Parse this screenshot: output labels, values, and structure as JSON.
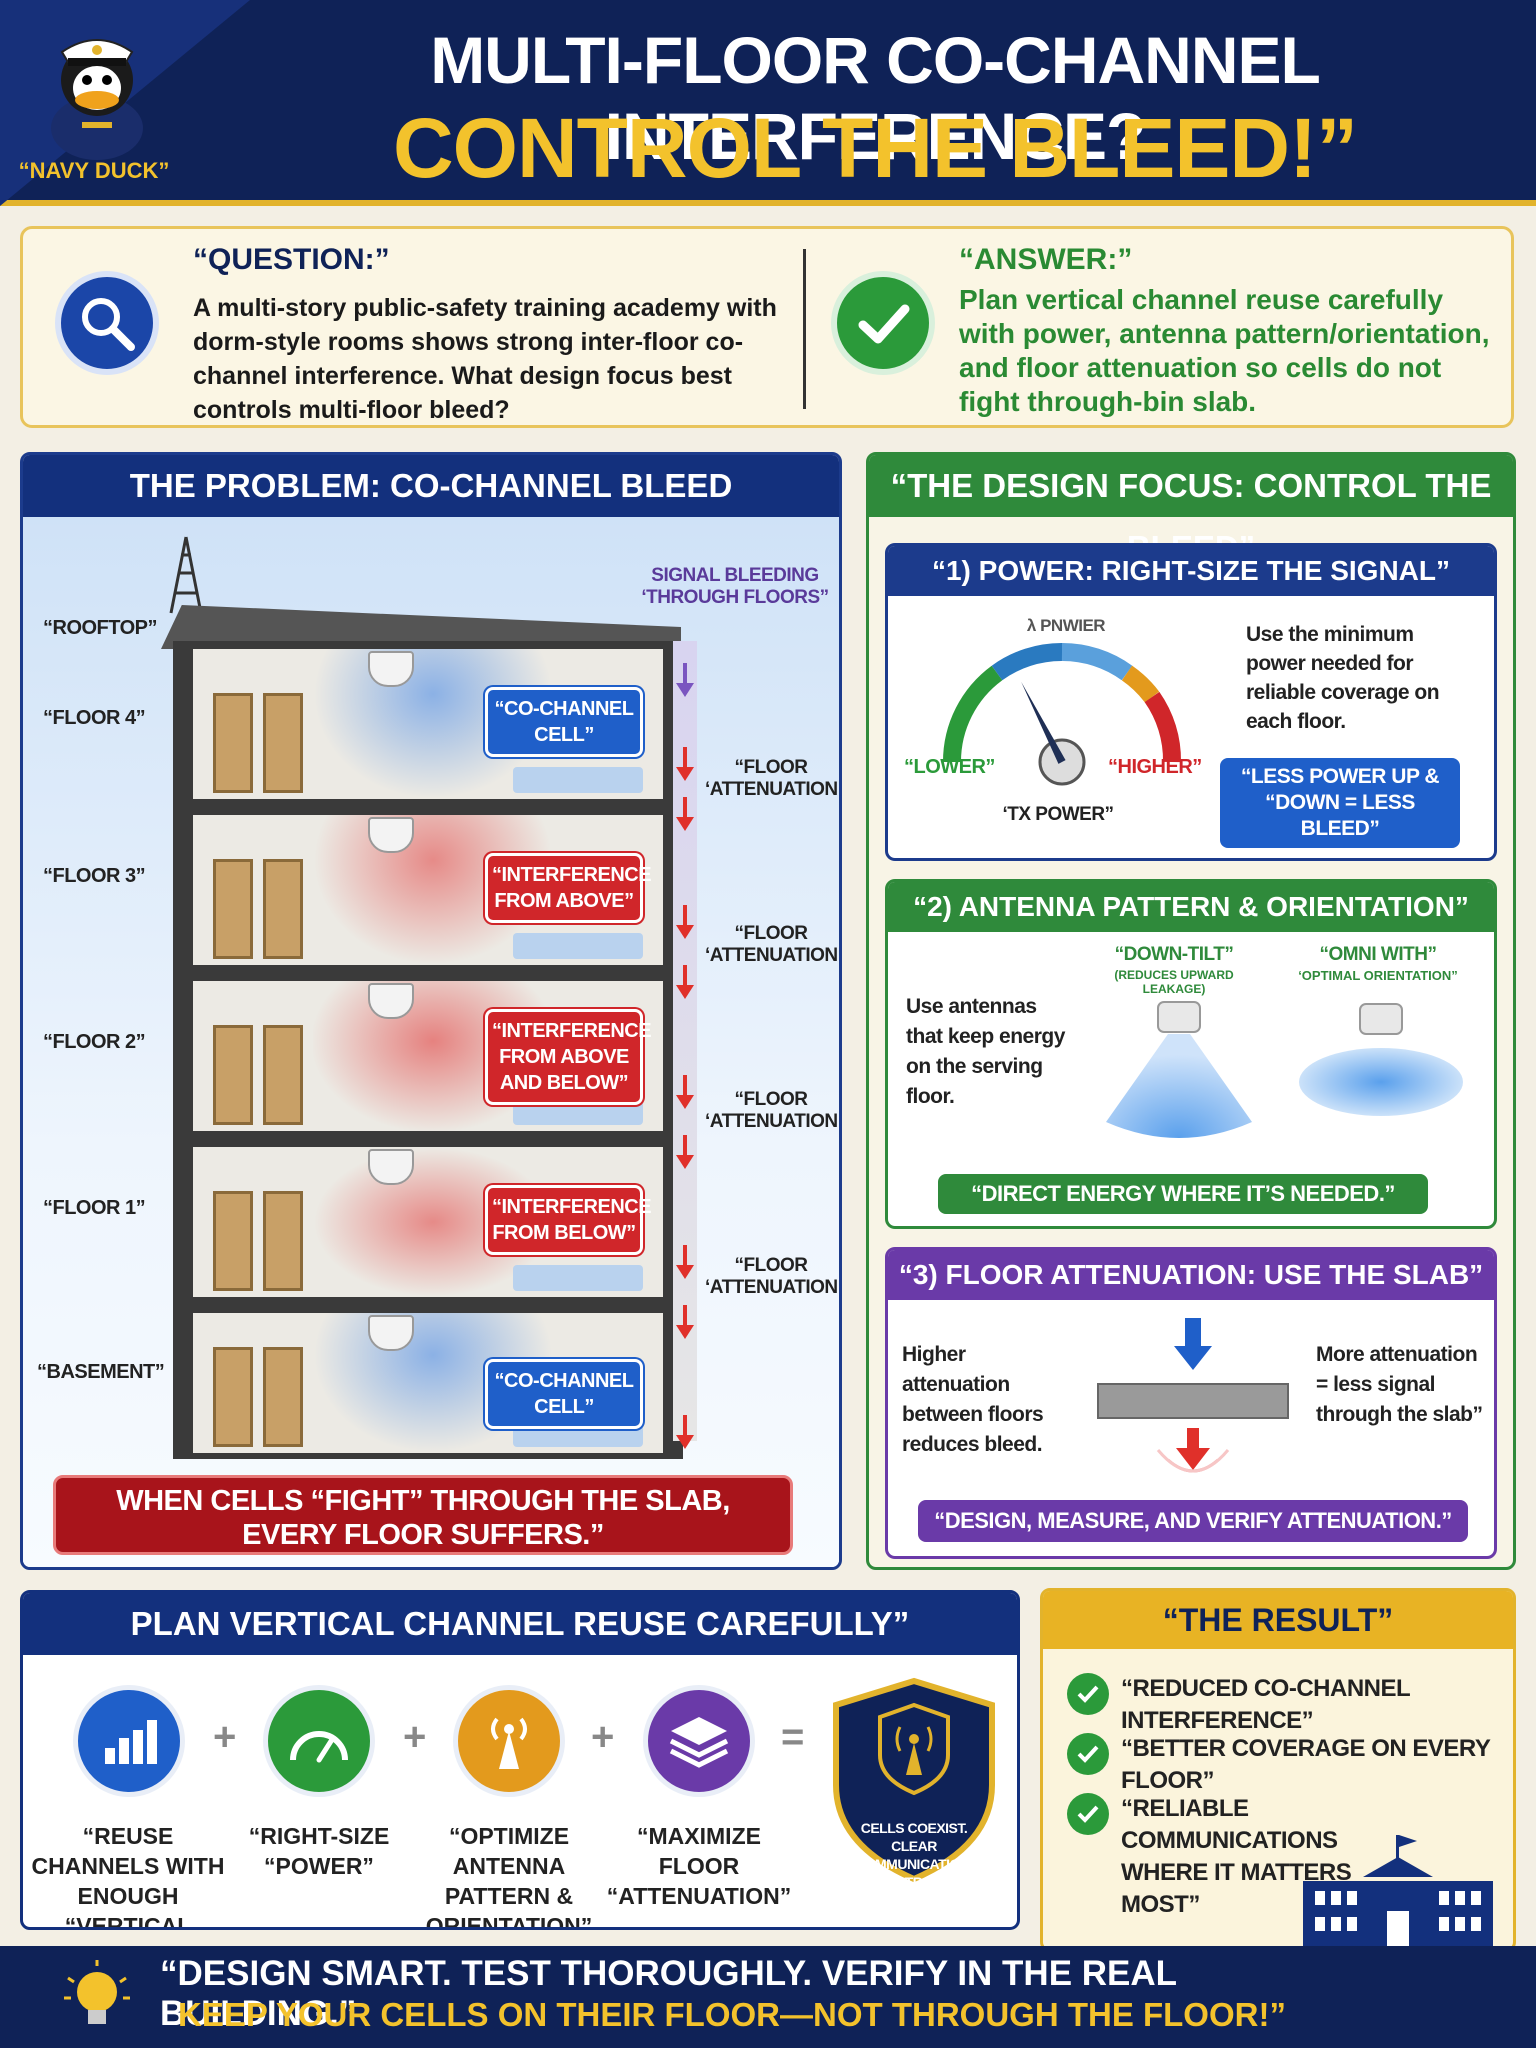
{
  "header": {
    "title_line1": "MULTI-FLOOR CO-CHANNEL INTERFERENCE?",
    "title_line2": "CONTROL THE BLEED!”",
    "mascot_label": "“NAVY DUCK”"
  },
  "qa": {
    "question_head": "“QUESTION:”",
    "question_text": "A multi-story public-safety training academy with dorm-style rooms shows strong inter-floor co-channel interference. What design focus best controls multi-floor bleed?",
    "answer_head": "“ANSWER:”",
    "answer_text": "Plan vertical channel reuse carefully with power, antenna pattern/orientation, and floor attenuation so cells do not fight through-bin slab.",
    "icons": [
      "magnifier-icon",
      "check-icon"
    ]
  },
  "problem": {
    "title": "THE PROBLEM: CO-CHANNEL BLEED",
    "bleed_label": "SIGNAL BLEEDING ‘THROUGH FLOORS”",
    "floor_labels": [
      "“ROOFTOP”",
      "“FLOOR 4”",
      "“FLOOR 3”",
      "“FLOOR 2”",
      "“FLOOR 1”",
      "“BASEMENT”"
    ],
    "cell_tags": [
      "“CO-CHANNEL CELL”",
      "“INTERFERENCE FROM ABOVE”",
      "“INTERFERENCE FROM ABOVE AND BELOW”",
      "“INTERFERENCE FROM BELOW”",
      "“CO-CHANNEL CELL”"
    ],
    "attenuation_label": "“FLOOR ‘ATTENUATION”",
    "banner": "WHEN CELLS “FIGHT” THROUGH THE SLAB, EVERY FLOOR SUFFERS.”",
    "colors": {
      "co_channel": "#1f5fc9",
      "interference": "#d0262a"
    }
  },
  "design": {
    "title": "“THE DESIGN FOCUS: CONTROL THE BLEED”",
    "power": {
      "title": "“1) POWER: RIGHT-SIZE THE SIGNAL”",
      "gauge_top": "λ PNWIER",
      "gauge_low": "“LOWER”",
      "gauge_high": "“HIGHER”",
      "gauge_caption": "‘TX POWER”",
      "gauge_level": 0.35,
      "text": "Use the minimum power needed for reliable coverage on each floor.",
      "pill": "“LESS POWER UP & “DOWN = LESS BLEED”"
    },
    "antenna": {
      "title": "“2) ANTENNA PATTERN & ORIENTATION”",
      "text": "Use antennas that keep energy on the serving floor.",
      "downtilt": "“DOWN-TILT”",
      "downtilt_sub": "(REDUCES UPWARD LEAKAGE)",
      "omni": "“OMNI WITH”",
      "omni_sub": "‘OPTIMAL ORIENTATION”",
      "pill": "“DIRECT ENERGY WHERE IT’S NEEDED.”"
    },
    "slab": {
      "title": "“3) FLOOR ATTENUATION: USE THE SLAB”",
      "left_text": "Higher attenuation between floors reduces bleed.",
      "right_text": "More attenuation = less signal through the slab”",
      "pill": "“DESIGN, MEASURE, AND VERIFY ATTENUATION.”"
    }
  },
  "plan": {
    "title": "PLAN VERTICAL CHANNEL REUSE CAREFULLY”",
    "steps": [
      {
        "label": "“REUSE CHANNELS WITH ENOUGH “VERTICAL SEPARATION”",
        "icon": "bar-chart-icon",
        "color": "#1f5fc9"
      },
      {
        "label": "“RIGHT-SIZE “POWER”",
        "icon": "gauge-icon",
        "color": "#2b9a3a"
      },
      {
        "label": "“OPTIMIZE ANTENNA PATTERN & ORIENTATION”",
        "icon": "antenna-icon",
        "color": "#e39a1d"
      },
      {
        "label": "“MAXIMIZE FLOOR “ATTENUATION”",
        "icon": "layers-icon",
        "color": "#6a3aa8"
      }
    ],
    "operators": [
      "+",
      "+",
      "+",
      "="
    ],
    "shield_text": "CELLS COEXIST. CLEAR COMMUNICATION. SAFER TRAINING."
  },
  "result": {
    "title": "“THE RESULT”",
    "items": [
      "“REDUCED CO-CHANNEL INTERFERENCE”",
      "“BETTER COVERAGE ON EVERY FLOOR”",
      "“RELIABLE COMMUNICATIONS WHERE IT MATTERS MOST”"
    ]
  },
  "footer": {
    "line1": "“DESIGN SMART. TEST THOROUGHLY. VERIFY IN THE REAL BUILDING.”",
    "line2": "KEEP YOUR CELLS ON THEIR FLOOR—NOT THROUGH THE FLOOR!”"
  }
}
